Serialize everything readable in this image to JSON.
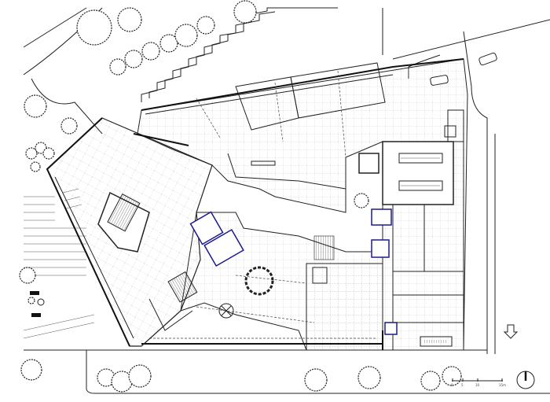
{
  "drawing": {
    "kind": "site floor plan",
    "colors": {
      "line": "#222222",
      "core": "#1a1a8c",
      "background": "#ffffff",
      "accent_green": "#2a8a2a"
    },
    "icons": [
      "north-arrow-icon",
      "entrance-arrow-icon",
      "car-icon"
    ]
  },
  "scale_bar": {
    "labels": [
      "0",
      "5",
      "10",
      "15m"
    ]
  }
}
